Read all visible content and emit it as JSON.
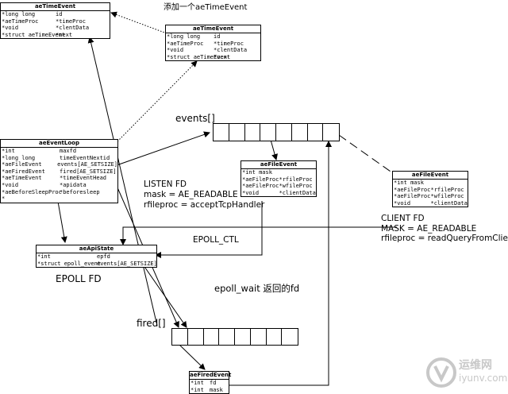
{
  "caption_add": "添加一个aeTimeEvent",
  "time_event_1": {
    "title": "aeTimeEvent",
    "rows": [
      [
        "*long long",
        "id"
      ],
      [
        "*aeTimeProc",
        "*timeProc"
      ],
      [
        "*void",
        "*clentData"
      ],
      [
        "*struct aeTimeEvent",
        "*next"
      ]
    ]
  },
  "time_event_2": {
    "title": "aeTimeEvent",
    "rows": [
      [
        "*long long",
        "id"
      ],
      [
        "*aeTimeProc",
        "*timeProc"
      ],
      [
        "*void",
        "*clentData"
      ],
      [
        "*struct aeTimeEvent",
        "*next"
      ]
    ]
  },
  "event_loop": {
    "title": "aeEventLoop",
    "rows": [
      [
        "*int",
        "maxfd"
      ],
      [
        "*long long",
        "timeEventNextid"
      ],
      [
        "*aeFileEvent",
        "events[AE_SETSIZE]"
      ],
      [
        "*aeFiredEvent",
        "fired[AE_SETSIZE]"
      ],
      [
        "*aeTimeEvent",
        "*timeEventHead"
      ],
      [
        "*void",
        "*apidata"
      ],
      [
        "*aeBeforeSleepProc",
        "*beforesleep"
      ],
      [
        "*",
        ""
      ]
    ]
  },
  "file_event_1": {
    "title": "aeFileEvent",
    "rows": [
      [
        "*int mask",
        ""
      ],
      [
        "*aeFileProc",
        "*rfileProc"
      ],
      [
        "*aeFileProc",
        "*wfileProc"
      ],
      [
        "*void",
        "*clientData"
      ]
    ]
  },
  "file_event_2": {
    "title": "aeFileEvent",
    "rows": [
      [
        "*int mask",
        ""
      ],
      [
        "*aeFileProc",
        "*rfileProc"
      ],
      [
        "*aeFileProc",
        "*wfileProc"
      ],
      [
        "*void",
        "*clientData"
      ]
    ]
  },
  "api_state": {
    "title": "aeApiState",
    "rows": [
      [
        "*int",
        "epfd"
      ],
      [
        "*struct epoll_event",
        "events[AE_SETSIZE]"
      ]
    ]
  },
  "fired_event": {
    "title": "aeFiredEvent",
    "rows": [
      [
        "*int",
        "fd"
      ],
      [
        "*int",
        "mask"
      ]
    ]
  },
  "labels": {
    "events_array": "events[]",
    "fired_array": "fired[]",
    "listen_fd": "LISTEN FD",
    "listen_mask": "mask = AE_READABLE",
    "listen_proc": "rfileproc = acceptTcpHandler",
    "client_fd": "CLIENT FD",
    "client_mask": "MASK = AE_READABLE",
    "client_proc": "rfileproc = readQueryFromClient",
    "epoll_ctl": "EPOLL_CTL",
    "epoll_fd": "EPOLL FD",
    "epoll_wait": "epoll_wait 返回的fd"
  },
  "watermark": {
    "brand": "运维网",
    "url": "iyunv.com"
  },
  "colors": {
    "line": "#000000",
    "background": "#ffffff",
    "watermark": "#c8c8c8"
  }
}
